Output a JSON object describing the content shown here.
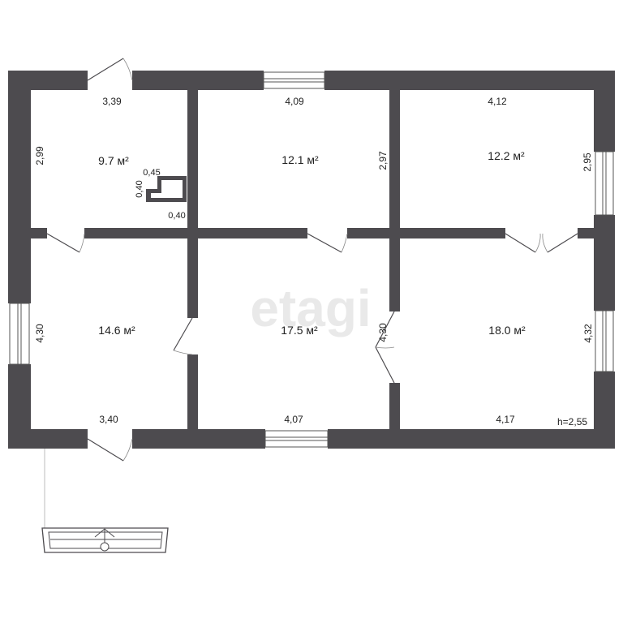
{
  "watermark": "etagi",
  "colors": {
    "wall": "#4d4b4f",
    "text": "#222222",
    "watermark": "#e9e9e9"
  },
  "rooms": [
    {
      "id": "room-1",
      "area": "9.7 м²",
      "width_label": "3,39",
      "height_label": "2,99"
    },
    {
      "id": "room-2",
      "area": "12.1 м²",
      "width_label": "4,09",
      "height_label": "2,97"
    },
    {
      "id": "room-3",
      "area": "12.2 м²",
      "width_label": "4,12",
      "height_label": "2,95"
    },
    {
      "id": "room-4",
      "area": "14.6 м²",
      "width_label": "3,40",
      "height_label": "4,30"
    },
    {
      "id": "room-5",
      "area": "17.5 м²",
      "width_label": "4,07",
      "height_label": "4,30"
    },
    {
      "id": "room-6",
      "area": "18.0 м²",
      "width_label": "4,17",
      "height_label": "4,32"
    }
  ],
  "stove": {
    "width_label": "0,45",
    "depth_label": "0,40",
    "side_label": "0,40"
  },
  "ceiling_height": "h=2,55"
}
